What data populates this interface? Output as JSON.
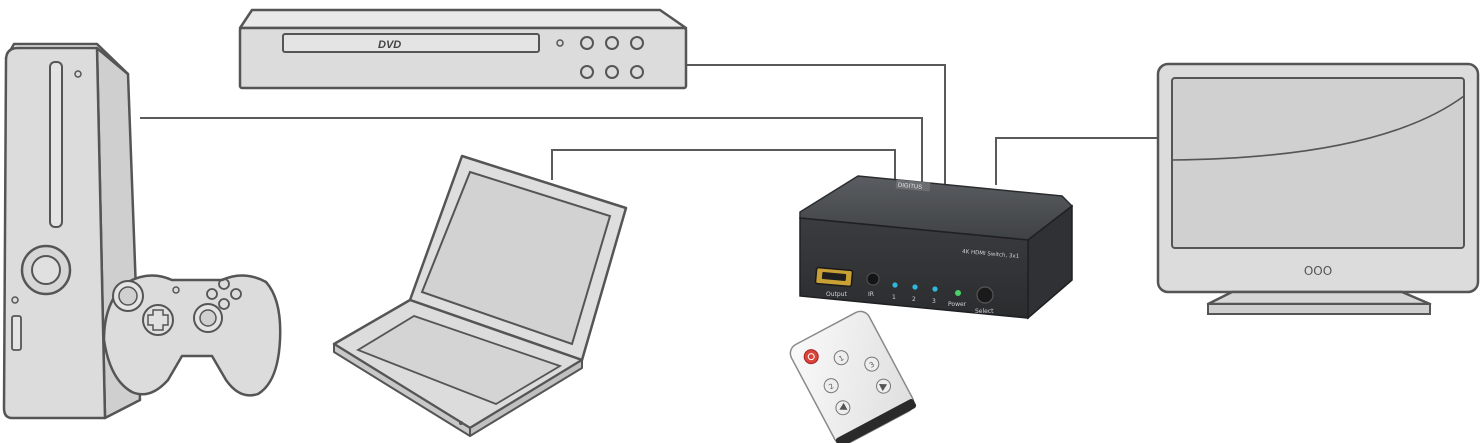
{
  "colors": {
    "background": "#ffffff",
    "device_fill": "#dcdcdc",
    "device_stroke": "#555555",
    "cable": "#5a5a5a",
    "switch_body": "#3b3d40",
    "switch_top": "#45484c",
    "hdmi_port": "#c9a035",
    "led_input": "#2fb7e0",
    "led_power": "#49d36a",
    "remote_power": "#d9453a"
  },
  "devices": {
    "dvd_player": {
      "label": "DVD",
      "icon": "dvd-player"
    },
    "game_console": {
      "icon": "game-console"
    },
    "gamepad": {
      "icon": "game-controller"
    },
    "laptop": {
      "icon": "laptop"
    },
    "tv": {
      "icon": "tv-monitor",
      "buttons": "OOO"
    },
    "remote": {
      "icon": "remote-control",
      "btn1": "1",
      "btn2": "2",
      "btn3": "3"
    }
  },
  "hdmi_switch": {
    "brand": "DIGITUS",
    "model": "4K HDMI Switch, 3x1",
    "output_label": "Output",
    "ir_label": "IR",
    "input_labels": [
      "1",
      "2",
      "3"
    ],
    "power_label": "Power",
    "select_label": "Select"
  }
}
